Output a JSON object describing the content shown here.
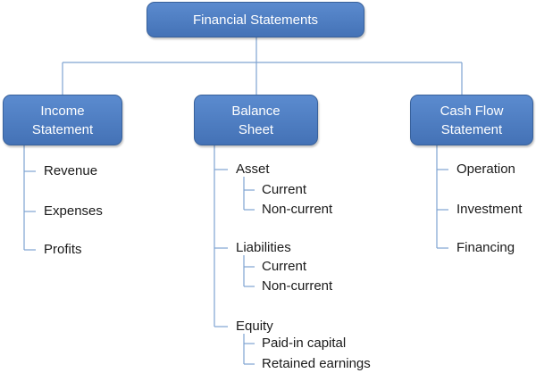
{
  "root": {
    "label": "Financial Statements"
  },
  "categories": [
    {
      "title_lines": [
        "Income",
        "Statement"
      ],
      "items": [
        {
          "label": "Revenue"
        },
        {
          "label": "Expenses"
        },
        {
          "label": "Profits"
        }
      ]
    },
    {
      "title_lines": [
        "Balance",
        "Sheet"
      ],
      "items": [
        {
          "label": "Asset",
          "children": [
            "Current",
            "Non-current"
          ]
        },
        {
          "label": "Liabilities",
          "children": [
            "Current",
            "Non-current"
          ]
        },
        {
          "label": "Equity",
          "children": [
            "Paid-in capital",
            "Retained earnings"
          ]
        }
      ]
    },
    {
      "title_lines": [
        "Cash Flow",
        "Statement"
      ],
      "items": [
        {
          "label": "Operation"
        },
        {
          "label": "Investment"
        },
        {
          "label": "Financing"
        }
      ]
    }
  ],
  "colors": {
    "box_fill": "#4f81bd",
    "box_border": "#38619b",
    "connector": "#7fa3d1",
    "text": "#1a1a1a"
  }
}
